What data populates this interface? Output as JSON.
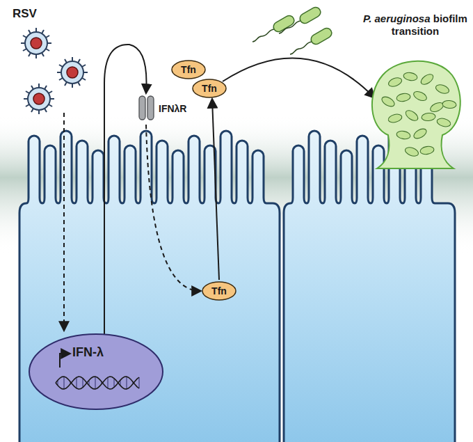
{
  "diagram": {
    "nodes": [
      {
        "text": [
          "IFNλR"
        ]
      },
      {
        "text": [
          "Tfn"
        ]
      },
      {
        "text": [
          "Tfn"
        ]
      },
      {
        "text": [
          "P. aeruginosa biofilm transition"
        ]
      },
      {
        "text": [
          "Tfn"
        ]
      },
      {
        "text": [
          "IFN-λ"
        ]
      }
    ],
    "edges": [
      {
        "from": 5,
        "to": 0,
        "arrow": "to"
      },
      {
        "from": 0,
        "to": 4,
        "arrow": "to"
      },
      {
        "from": 4,
        "to": 2,
        "arrow": "to"
      },
      {
        "from": 2,
        "to": 3,
        "arrow": "to"
      }
    ],
    "labels": [
      "RSV"
    ]
  }
}
